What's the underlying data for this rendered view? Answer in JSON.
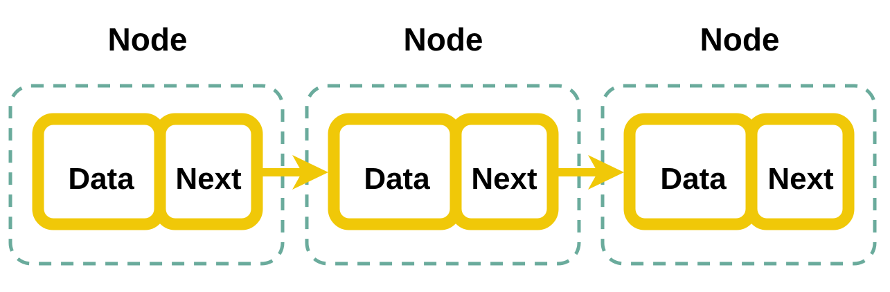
{
  "colors": {
    "node_border": "#f0c808",
    "container_border": "#6aab9c",
    "text": "#000000",
    "background": "#ffffff"
  },
  "nodes": [
    {
      "title": "Node",
      "data_label": "Data",
      "next_label": "Next"
    },
    {
      "title": "Node",
      "data_label": "Data",
      "next_label": "Next"
    },
    {
      "title": "Node",
      "data_label": "Data",
      "next_label": "Next"
    }
  ],
  "links": [
    {
      "from": 0,
      "to": 1
    },
    {
      "from": 1,
      "to": 2
    }
  ]
}
